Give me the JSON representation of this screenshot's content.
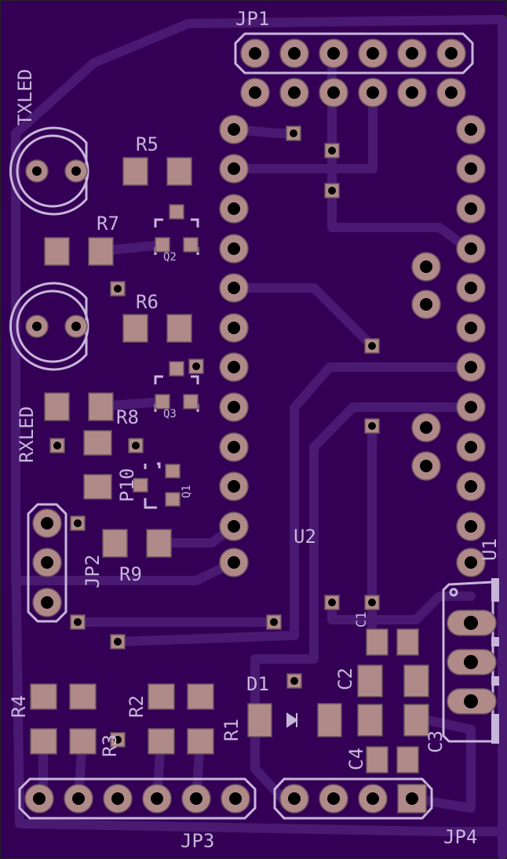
{
  "board": {
    "title": "PCB layout",
    "colors": {
      "substrate": "#330055",
      "trace": "#4a1a72",
      "pad": "#b08a88",
      "silkscreen": "#c8b6da",
      "drill": "#000000"
    }
  },
  "labels": {
    "jp1": "JP1",
    "jp2": "JP2",
    "jp3": "JP3",
    "jp4": "JP4",
    "txled": "TXLED",
    "rxled": "RXLED",
    "r1": "R1",
    "r2": "R2",
    "r3": "R3",
    "r4": "R4",
    "r5": "R5",
    "r6": "R6",
    "r7": "R7",
    "r8": "R8",
    "r9": "R9",
    "p10": "P10",
    "q1": "Q1",
    "q2": "Q2",
    "q3": "Q3",
    "u1": "U1",
    "u2": "U2",
    "d1": "D1",
    "c1": "C1",
    "c2": "C2",
    "c3": "C3",
    "c4": "C4"
  }
}
